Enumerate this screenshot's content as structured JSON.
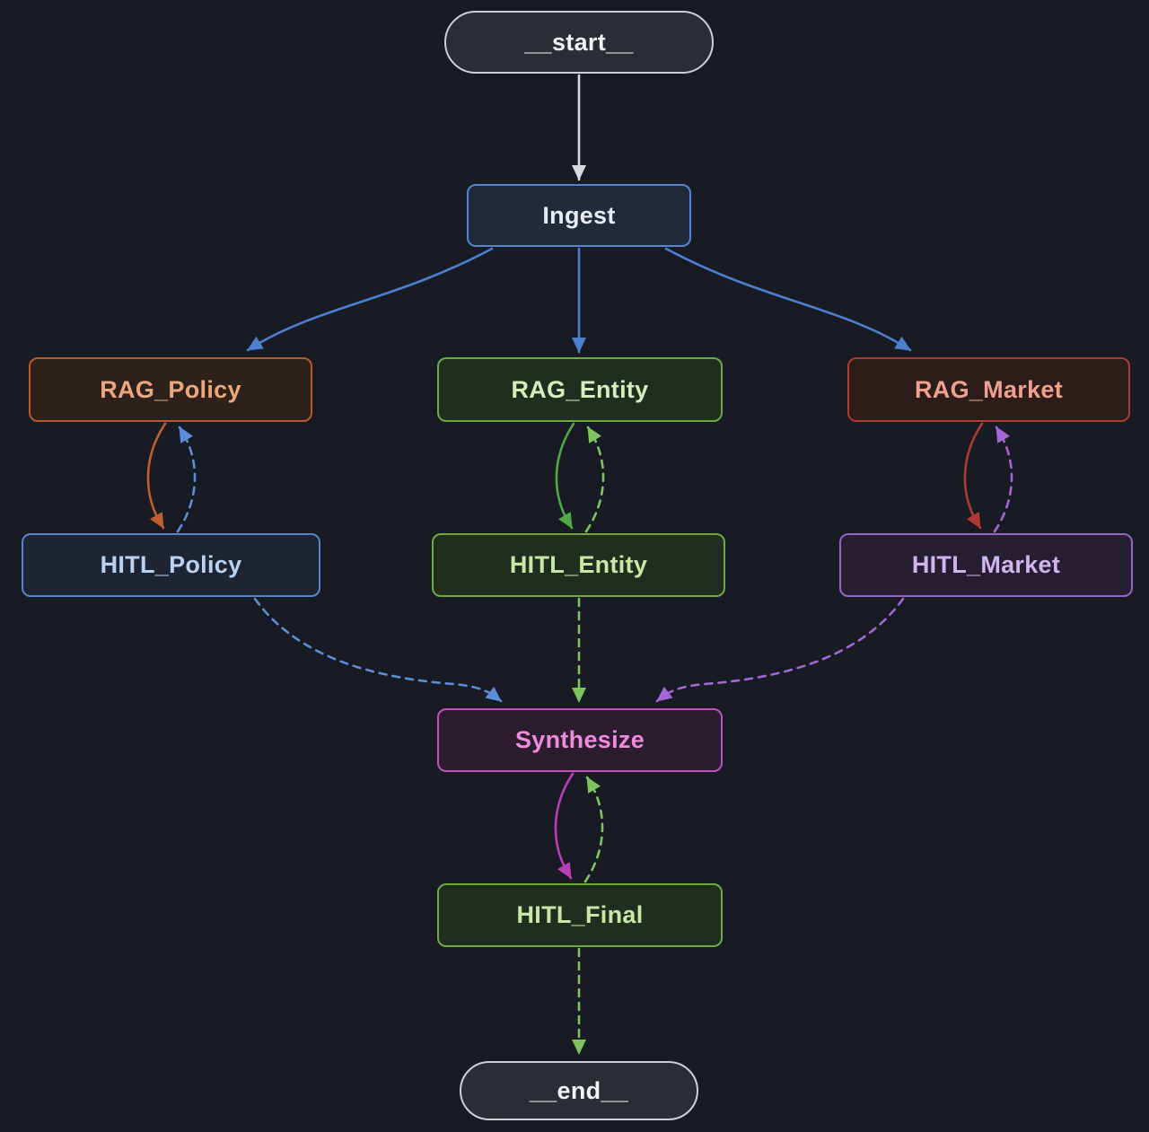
{
  "colors": {
    "background": "#181b23"
  },
  "nodes": {
    "start": {
      "label": "__start__",
      "fill": "#2b2d34",
      "border": "#cdd0d5",
      "text": "#f2f3f5"
    },
    "ingest": {
      "label": "Ingest",
      "fill": "#212a3b",
      "border": "#5585cd",
      "text": "#e8ebf0"
    },
    "rag_policy": {
      "label": "RAG_Policy",
      "fill": "#2c211b",
      "border": "#b55c2c",
      "text": "#eda77d"
    },
    "rag_entity": {
      "label": "RAG_Entity",
      "fill": "#212d1e",
      "border": "#6cab41",
      "text": "#d4eebc"
    },
    "rag_market": {
      "label": "RAG_Market",
      "fill": "#2c1c1a",
      "border": "#ac3c34",
      "text": "#efa08f"
    },
    "hitl_policy": {
      "label": "HITL_Policy",
      "fill": "#1e2431",
      "border": "#5585cd",
      "text": "#b9d2f2"
    },
    "hitl_entity": {
      "label": "HITL_Entity",
      "fill": "#212d1e",
      "border": "#6cab41",
      "text": "#c8e9a6"
    },
    "hitl_market": {
      "label": "HITL_Market",
      "fill": "#251f31",
      "border": "#9765c5",
      "text": "#d0b3ef"
    },
    "synthesize": {
      "label": "Synthesize",
      "fill": "#2b1d2d",
      "border": "#c34fc3",
      "text": "#f08ae0"
    },
    "hitl_final": {
      "label": "HITL_Final",
      "fill": "#212d1e",
      "border": "#6cab41",
      "text": "#c8e9a6"
    },
    "end": {
      "label": "__end__",
      "fill": "#2b2d34",
      "border": "#cdd0d5",
      "text": "#f2f3f5"
    }
  },
  "edges": [
    {
      "from": "__start__",
      "to": "Ingest",
      "style": "solid",
      "color": "#d8dade"
    },
    {
      "from": "Ingest",
      "to": "RAG_Policy",
      "style": "solid",
      "color": "#4d7fd1"
    },
    {
      "from": "Ingest",
      "to": "RAG_Entity",
      "style": "solid",
      "color": "#4d7fd1"
    },
    {
      "from": "Ingest",
      "to": "RAG_Market",
      "style": "solid",
      "color": "#4d7fd1"
    },
    {
      "from": "RAG_Policy",
      "to": "HITL_Policy",
      "style": "solid",
      "color": "#bf5f2c"
    },
    {
      "from": "HITL_Policy",
      "to": "RAG_Policy",
      "style": "dashed",
      "color": "#5c8ed8"
    },
    {
      "from": "RAG_Entity",
      "to": "HITL_Entity",
      "style": "solid",
      "color": "#4fa944"
    },
    {
      "from": "HITL_Entity",
      "to": "RAG_Entity",
      "style": "dashed",
      "color": "#7fc45f"
    },
    {
      "from": "RAG_Market",
      "to": "HITL_Market",
      "style": "solid",
      "color": "#b03a33"
    },
    {
      "from": "HITL_Market",
      "to": "RAG_Market",
      "style": "dashed",
      "color": "#a566d6"
    },
    {
      "from": "HITL_Policy",
      "to": "Synthesize",
      "style": "dashed",
      "color": "#5c8ed8"
    },
    {
      "from": "HITL_Entity",
      "to": "Synthesize",
      "style": "dashed",
      "color": "#7fc45f"
    },
    {
      "from": "HITL_Market",
      "to": "Synthesize",
      "style": "dashed",
      "color": "#a566d6"
    },
    {
      "from": "Synthesize",
      "to": "HITL_Final",
      "style": "solid",
      "color": "#ba3eba"
    },
    {
      "from": "HITL_Final",
      "to": "Synthesize",
      "style": "dashed",
      "color": "#7fc45f"
    },
    {
      "from": "HITL_Final",
      "to": "__end__",
      "style": "dashed",
      "color": "#7fc45f"
    }
  ]
}
